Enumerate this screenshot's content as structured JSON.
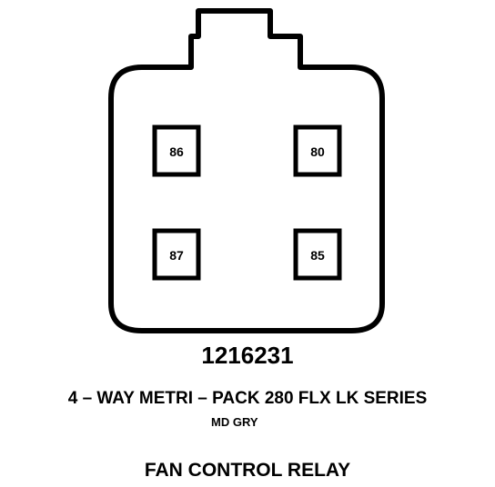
{
  "connector": {
    "pins": [
      {
        "number": "86"
      },
      {
        "number": "80"
      },
      {
        "number": "87"
      },
      {
        "number": "85"
      }
    ],
    "part_number": "1216231",
    "description": "4 – WAY METRI – PACK 280 FLX LK SERIES",
    "color": "MD GRY",
    "component": "FAN CONTROL RELAY"
  },
  "colors": {
    "line": "#000000",
    "background": "#ffffff"
  }
}
